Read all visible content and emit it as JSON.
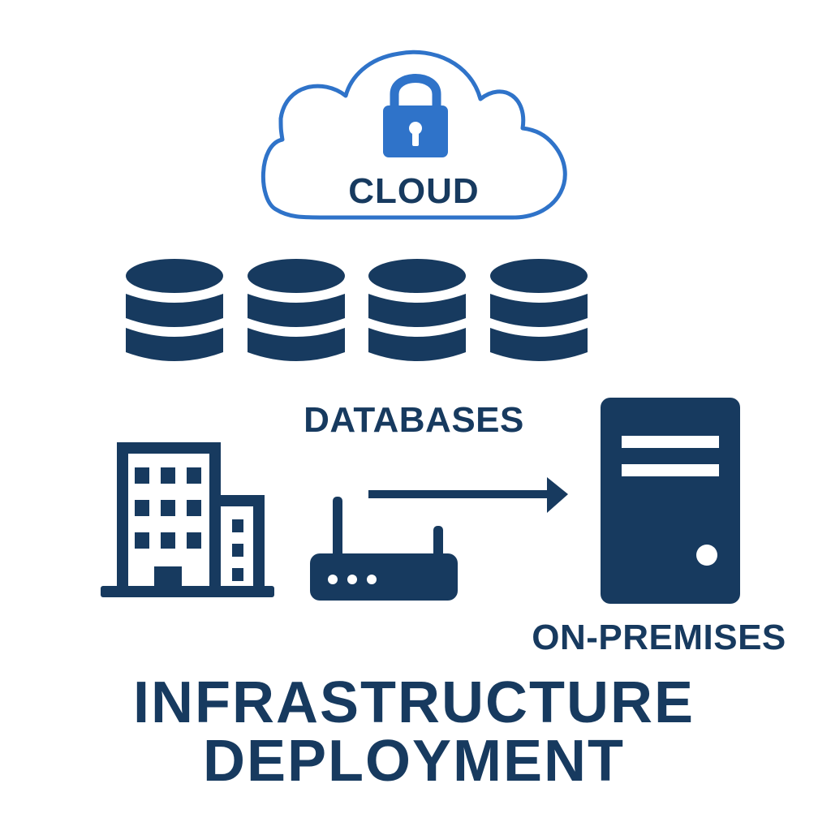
{
  "labels": {
    "cloud": "CLOUD",
    "databases": "DATABASES",
    "on_premises": "ON-PREMISES"
  },
  "title": {
    "line1": "INFRASTRUCTURE",
    "line2": "DEPLOYMENT"
  },
  "colors": {
    "cloud_blue": "#2f73c9",
    "navy": "#173a5f",
    "background": "#ffffff"
  },
  "icons": [
    "cloud-icon",
    "lock-icon",
    "database-icon",
    "office-building-icon",
    "router-icon",
    "server-tower-icon",
    "arrow-right-icon"
  ]
}
